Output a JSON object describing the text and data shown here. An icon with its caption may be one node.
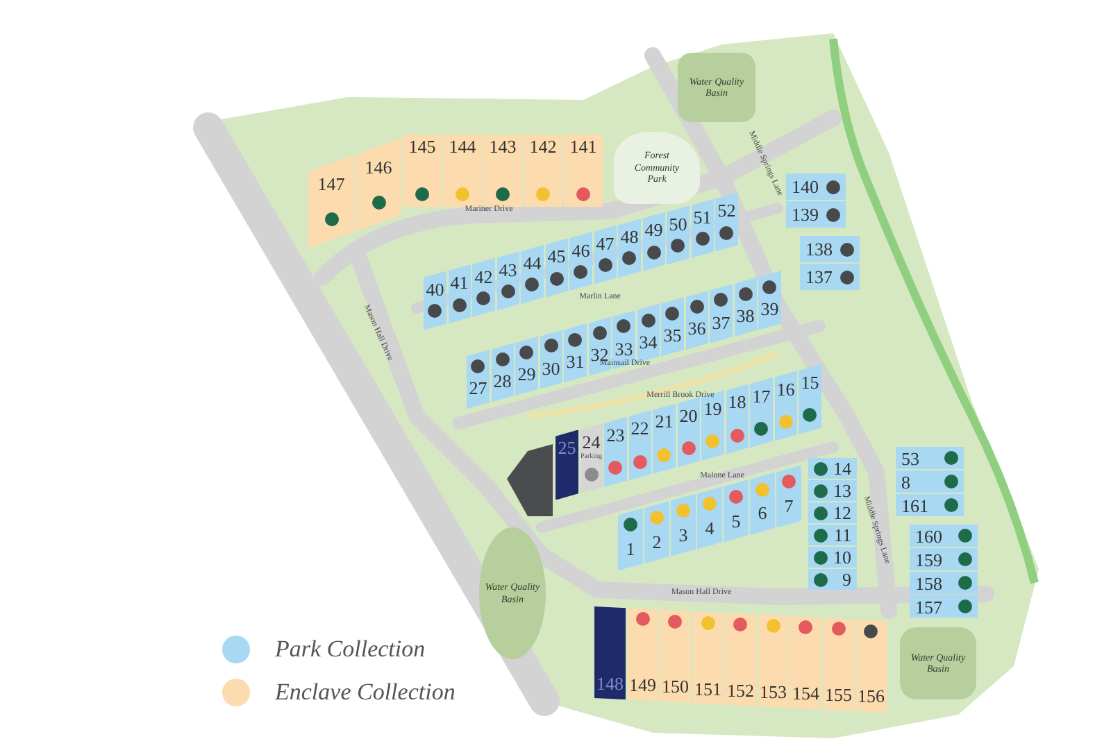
{
  "diagram": {
    "nodes": [
      {
        "text": [
          "147"
        ]
      },
      {
        "text": [
          "146"
        ]
      },
      {
        "text": [
          "145"
        ]
      },
      {
        "text": [
          "144"
        ]
      },
      {
        "text": [
          "143"
        ]
      },
      {
        "text": [
          "142"
        ]
      },
      {
        "text": [
          "141"
        ]
      },
      {
        "text": [
          "Forest Community Park"
        ]
      },
      {
        "text": [
          "Water Quality Basin"
        ]
      },
      {
        "text": [
          "140"
        ]
      },
      {
        "text": [
          "139"
        ]
      },
      {
        "text": [
          "138"
        ]
      },
      {
        "text": [
          "137"
        ]
      },
      {
        "text": [
          "40"
        ]
      },
      {
        "text": [
          "41"
        ]
      },
      {
        "text": [
          "42"
        ]
      },
      {
        "text": [
          "43"
        ]
      },
      {
        "text": [
          "44"
        ]
      },
      {
        "text": [
          "45"
        ]
      },
      {
        "text": [
          "46"
        ]
      },
      {
        "text": [
          "47"
        ]
      },
      {
        "text": [
          "48"
        ]
      },
      {
        "text": [
          "49"
        ]
      },
      {
        "text": [
          "50"
        ]
      },
      {
        "text": [
          "51"
        ]
      },
      {
        "text": [
          "52"
        ]
      },
      {
        "text": [
          "27"
        ]
      },
      {
        "text": [
          "28"
        ]
      },
      {
        "text": [
          "29"
        ]
      },
      {
        "text": [
          "30"
        ]
      },
      {
        "text": [
          "31"
        ]
      },
      {
        "text": [
          "32"
        ]
      },
      {
        "text": [
          "33"
        ]
      },
      {
        "text": [
          "34"
        ]
      },
      {
        "text": [
          "35"
        ]
      },
      {
        "text": [
          "36"
        ]
      },
      {
        "text": [
          "37"
        ]
      },
      {
        "text": [
          "38"
        ]
      },
      {
        "text": [
          "39"
        ]
      },
      {
        "text": [
          "25"
        ]
      },
      {
        "text": [
          "24",
          "Parking"
        ]
      },
      {
        "text": [
          "23"
        ]
      },
      {
        "text": [
          "22"
        ]
      },
      {
        "text": [
          "21"
        ]
      },
      {
        "text": [
          "20"
        ]
      },
      {
        "text": [
          "19"
        ]
      },
      {
        "text": [
          "18"
        ]
      },
      {
        "text": [
          "17"
        ]
      },
      {
        "text": [
          "16"
        ]
      },
      {
        "text": [
          "15"
        ]
      },
      {
        "text": [
          "1"
        ]
      },
      {
        "text": [
          "2"
        ]
      },
      {
        "text": [
          "3"
        ]
      },
      {
        "text": [
          "4"
        ]
      },
      {
        "text": [
          "5"
        ]
      },
      {
        "text": [
          "6"
        ]
      },
      {
        "text": [
          "7"
        ]
      },
      {
        "text": [
          "14"
        ]
      },
      {
        "text": [
          "13"
        ]
      },
      {
        "text": [
          "12"
        ]
      },
      {
        "text": [
          "11"
        ]
      },
      {
        "text": [
          "10"
        ]
      },
      {
        "text": [
          "9"
        ]
      },
      {
        "text": [
          "53"
        ]
      },
      {
        "text": [
          "8"
        ]
      },
      {
        "text": [
          "161"
        ]
      },
      {
        "text": [
          "160"
        ]
      },
      {
        "text": [
          "159"
        ]
      },
      {
        "text": [
          "158"
        ]
      },
      {
        "text": [
          "157"
        ]
      },
      {
        "text": [
          "Water Quality Basin"
        ]
      },
      {
        "text": [
          "148"
        ]
      },
      {
        "text": [
          "149"
        ]
      },
      {
        "text": [
          "150"
        ]
      },
      {
        "text": [
          "151"
        ]
      },
      {
        "text": [
          "152"
        ]
      },
      {
        "text": [
          "153"
        ]
      },
      {
        "text": [
          "154"
        ]
      },
      {
        "text": [
          "155"
        ]
      },
      {
        "text": [
          "156"
        ]
      },
      {
        "text": [
          "Water Quality Basin"
        ]
      }
    ],
    "labels": [
      "Mariner Drive",
      "Middle Springs Lane",
      "Marlin Lane",
      "Mason Hall Drive",
      "Mainsail Drive",
      "Merrill Brook Drive",
      "Malone Lane",
      "Middle Springs Lane",
      "Mason Hall Drive"
    ],
    "legend": [
      {
        "text": "Park Collection",
        "color": "#a9d8f2"
      },
      {
        "text": "Enclave Collection",
        "color": "#fcdcae"
      }
    ]
  }
}
